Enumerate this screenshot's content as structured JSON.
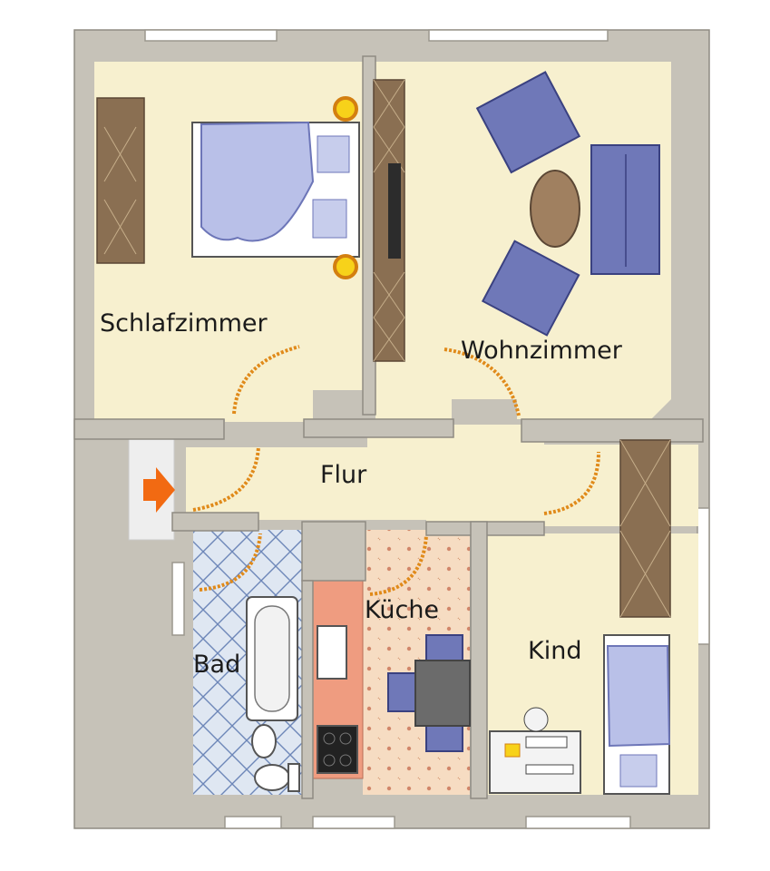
{
  "rooms": {
    "schlafzimmer": "Schlafzimmer",
    "wohnzimmer": "Wohnzimmer",
    "flur": "Flur",
    "bad": "Bad",
    "kueche": "Küche",
    "kind": "Kind"
  },
  "colors": {
    "floor": "#f7f0cf",
    "bad_tile": "#dde6f2",
    "kueche_tile": "#f6dcc0",
    "entrance_arrow": "#f26a12",
    "door": "#e08a1a"
  },
  "icons": {
    "entrance": "arrow-right-icon"
  }
}
